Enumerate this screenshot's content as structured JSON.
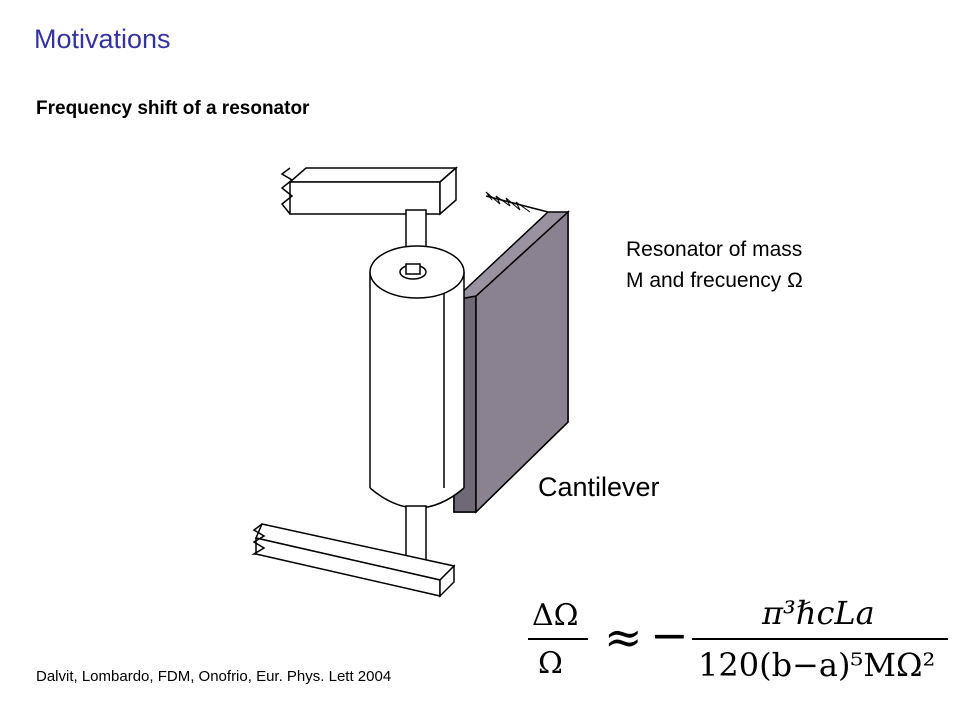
{
  "title": "Motivations",
  "subtitle": "Frequency shift of a resonator",
  "resonator_label": {
    "line1": "Resonator of mass",
    "line2": "M and frecuency Ω"
  },
  "cantilever_label": "Cantilever",
  "citation": "Dalvit, Lombardo, FDM, Onofrio, Eur. Phys. Lett 2004",
  "formula": {
    "lhs_numerator": "ΔΩ",
    "lhs_denominator": "Ω",
    "approx": "≈",
    "minus": "−",
    "rhs_numerator": "π³ℏcLa",
    "rhs_denominator": "120(b−a)⁵MΩ²"
  },
  "colors": {
    "title": "#3333a0",
    "plate_front": "#8a8290",
    "plate_side": "#6f6877"
  }
}
